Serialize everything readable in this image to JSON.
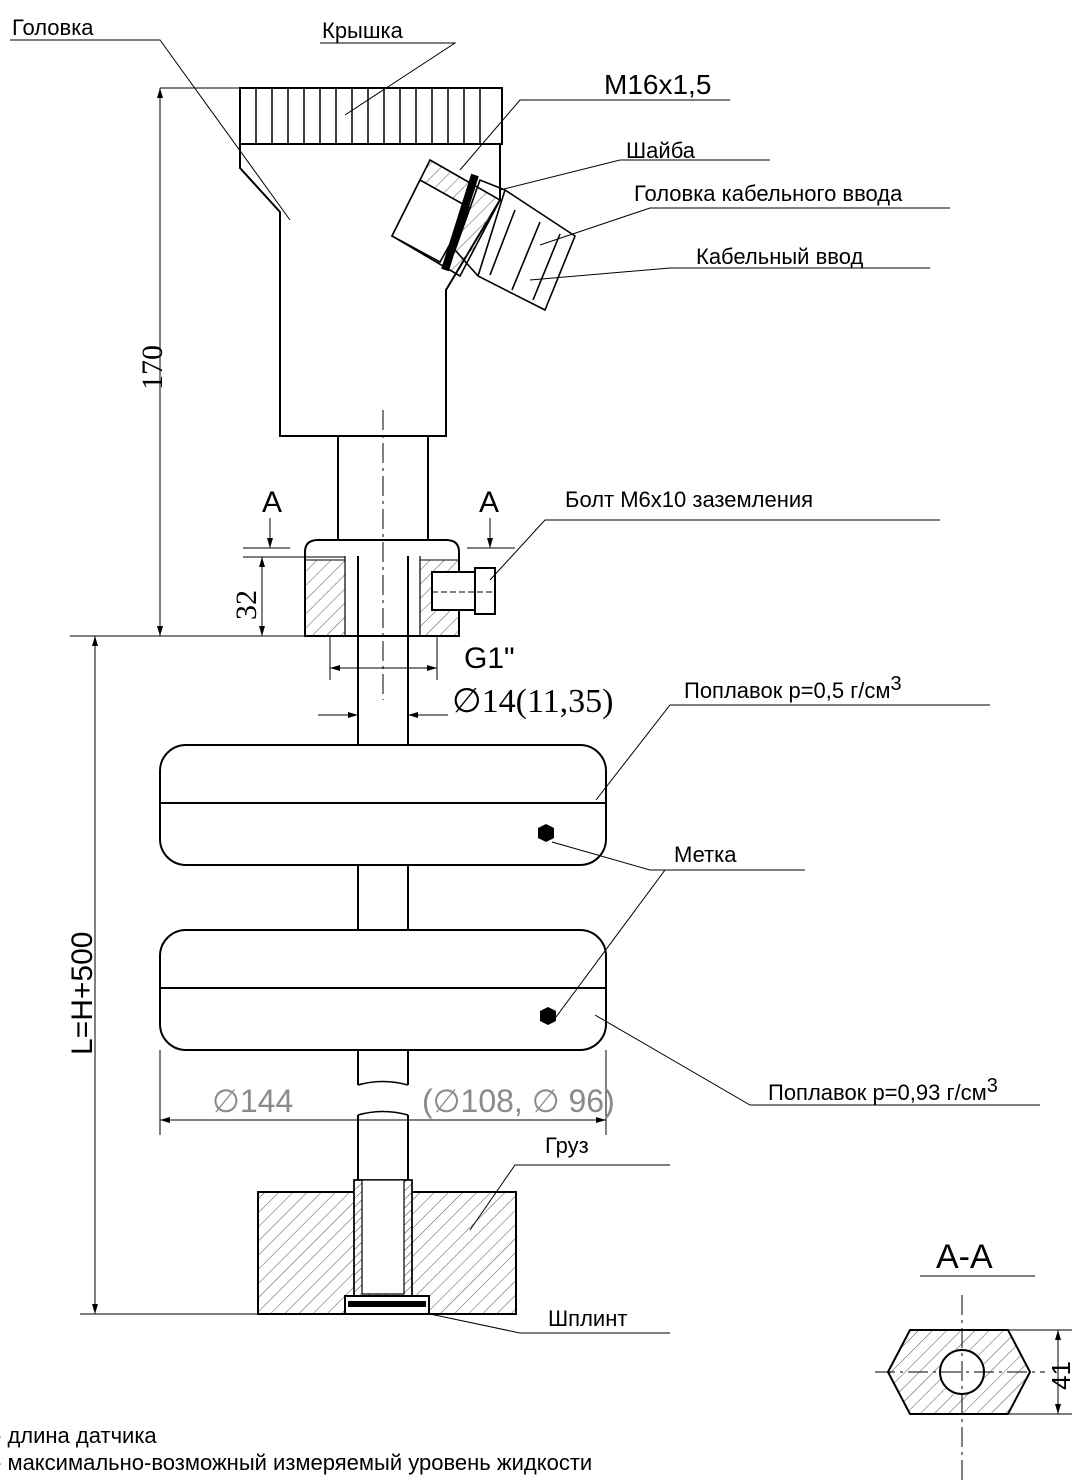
{
  "labels": {
    "head": "Головка",
    "cover": "Крышка",
    "thread": "M16x1,5",
    "washer": "Шайба",
    "cable_entry_head": "Головка кабельного ввода",
    "cable_entry": "Кабельный ввод",
    "bolt": "Болт М6х10 заземления",
    "float_top": "Поплавок р=0,5 г/см",
    "float_top_sup": "3",
    "mark": "Метка",
    "float_bottom": "Поплавок р=0,93 г/см",
    "float_bottom_sup": "3",
    "weight": "Груз",
    "cotter_pin": "Шплинт",
    "section_marker": "A",
    "section_title": "A-A"
  },
  "dimensions": {
    "height_head": "170",
    "height_fitting": "32",
    "thread_fitting": "G1\"",
    "rod_diameter": "∅14(11,35)",
    "float_diameter": "∅144",
    "float_diameter_alt": "(∅108, ∅ 96)",
    "sensor_length": "L=H+500",
    "section_size": "41"
  },
  "notes": [
    "- длина датчика",
    "- максимально-возможный измеряемый уровень жидкости"
  ]
}
